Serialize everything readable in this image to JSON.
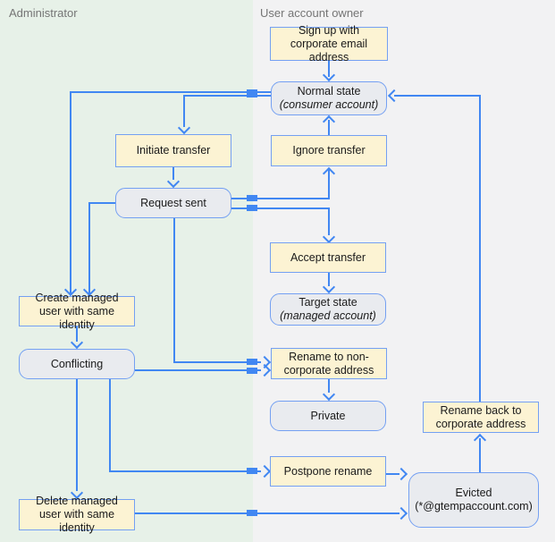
{
  "lanes": {
    "left": {
      "label": "Administrator"
    },
    "right": {
      "label": "User account owner"
    }
  },
  "colors": {
    "lane_left_bg": "#e7f1e8",
    "lane_right_bg": "#f2f2f3",
    "action_fill": "#fcf3d3",
    "state_fill": "#e9ebef",
    "node_border": "#74a0f2",
    "arrow": "#4187f2"
  },
  "nodes": {
    "sign_up": {
      "type": "action",
      "lane": "right",
      "label": "Sign up with corporate email address"
    },
    "normal_state": {
      "type": "state",
      "lane": "right",
      "title": "Normal state",
      "subtitle": "(consumer account)"
    },
    "initiate_transfer": {
      "type": "action",
      "lane": "left",
      "label": "Initiate transfer"
    },
    "ignore_transfer": {
      "type": "action",
      "lane": "right",
      "label": "Ignore transfer"
    },
    "request_sent": {
      "type": "state",
      "lane": "left",
      "label": "Request sent"
    },
    "accept_transfer": {
      "type": "action",
      "lane": "right",
      "label": "Accept transfer"
    },
    "target_state": {
      "type": "state",
      "lane": "right",
      "title": "Target state",
      "subtitle": "(managed account)"
    },
    "create_managed_user": {
      "type": "action",
      "lane": "left",
      "label": "Create managed user with same identity"
    },
    "conflicting": {
      "type": "state",
      "lane": "left",
      "label": "Conflicting"
    },
    "rename_non_corporate": {
      "type": "action",
      "lane": "right",
      "label": "Rename to non-corporate address"
    },
    "private": {
      "type": "state",
      "lane": "right",
      "label": "Private"
    },
    "rename_back": {
      "type": "action",
      "lane": "right",
      "label": "Rename back to corporate address"
    },
    "postpone_rename": {
      "type": "action",
      "lane": "right",
      "label": "Postpone rename"
    },
    "evicted": {
      "type": "state",
      "lane": "right",
      "title": "Evicted",
      "subtitle": "(*@gtempaccount.com)"
    },
    "delete_managed_user": {
      "type": "action",
      "lane": "left",
      "label": "Delete managed user with same identity"
    }
  },
  "edges": [
    {
      "from": "sign_up",
      "to": "normal_state"
    },
    {
      "from": "normal_state",
      "to": "initiate_transfer"
    },
    {
      "from": "normal_state",
      "to": "create_managed_user"
    },
    {
      "from": "ignore_transfer",
      "to": "normal_state"
    },
    {
      "from": "initiate_transfer",
      "to": "request_sent"
    },
    {
      "from": "request_sent",
      "to": "ignore_transfer"
    },
    {
      "from": "request_sent",
      "to": "accept_transfer"
    },
    {
      "from": "request_sent",
      "to": "create_managed_user"
    },
    {
      "from": "request_sent",
      "to": "rename_non_corporate"
    },
    {
      "from": "accept_transfer",
      "to": "target_state"
    },
    {
      "from": "create_managed_user",
      "to": "conflicting"
    },
    {
      "from": "conflicting",
      "to": "rename_non_corporate"
    },
    {
      "from": "conflicting",
      "to": "delete_managed_user"
    },
    {
      "from": "conflicting",
      "to": "postpone_rename"
    },
    {
      "from": "rename_non_corporate",
      "to": "private"
    },
    {
      "from": "postpone_rename",
      "to": "evicted"
    },
    {
      "from": "delete_managed_user",
      "to": "evicted"
    },
    {
      "from": "evicted",
      "to": "rename_back"
    },
    {
      "from": "rename_back",
      "to": "normal_state"
    }
  ]
}
